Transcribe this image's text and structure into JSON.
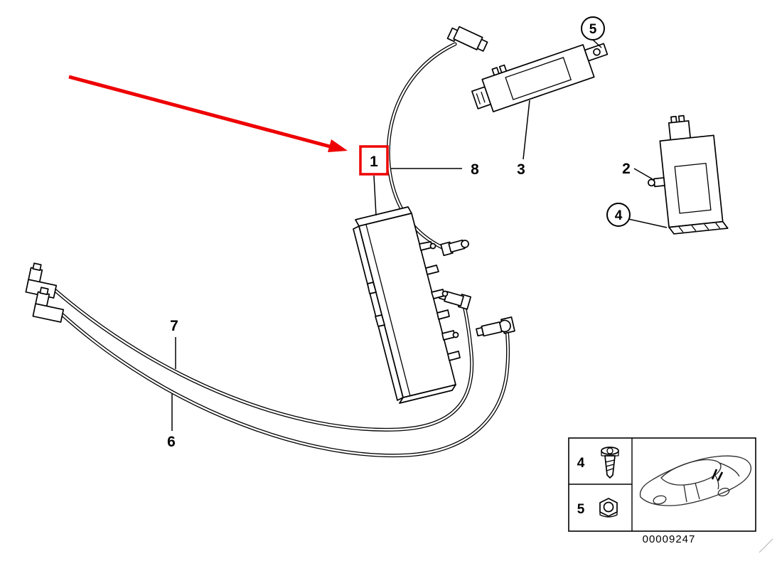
{
  "diagram": {
    "type": "parts-diagram",
    "doc_number": "00009247",
    "colors": {
      "background": "#ffffff",
      "line": "#000000",
      "highlight": "#ee0000"
    },
    "callouts": {
      "c1": {
        "label": "1",
        "style": "boxed-red-highlight"
      },
      "c2": {
        "label": "2",
        "style": "plain"
      },
      "c3": {
        "label": "3",
        "style": "plain"
      },
      "c4": {
        "label": "4",
        "style": "circled"
      },
      "c5": {
        "label": "5",
        "style": "circled"
      },
      "c6": {
        "label": "6",
        "style": "plain"
      },
      "c7": {
        "label": "7",
        "style": "plain"
      },
      "c8": {
        "label": "8",
        "style": "plain"
      }
    },
    "legend": {
      "rows": [
        {
          "label": "4",
          "icon": "screw-icon"
        },
        {
          "label": "5",
          "icon": "nut-icon"
        }
      ],
      "thumbnail": "car-rear-three-quarter-sketch"
    }
  }
}
